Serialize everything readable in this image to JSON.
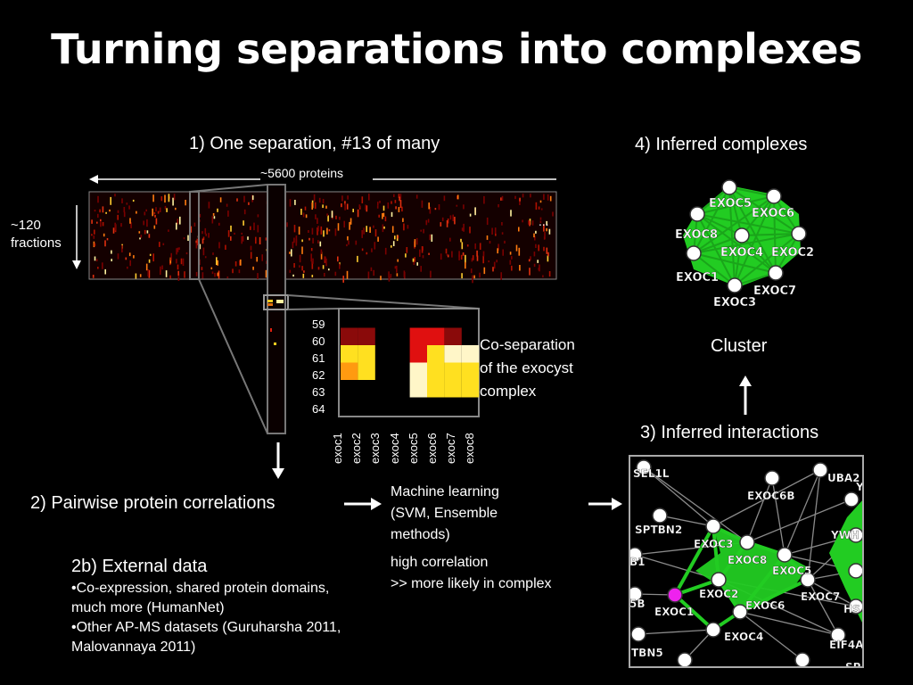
{
  "title": "Turning separations into complexes",
  "step1": {
    "label": "1) One separation, #13 of many",
    "proteins": "~5600 proteins",
    "fractions_line1": "~120",
    "fractions_line2": "fractions",
    "ellipsis": "..."
  },
  "zoom": {
    "rows": [
      "59",
      "60",
      "61",
      "62",
      "63",
      "64"
    ],
    "cols": [
      "exoc1",
      "exoc2",
      "exoc3",
      "exoc4",
      "exoc5",
      "exoc6",
      "exoc7",
      "exoc8"
    ],
    "caption_line1": "Co-separation",
    "caption_line2": "of the exocyst",
    "caption_line3": "complex"
  },
  "step2": {
    "label": "2) Pairwise protein correlations"
  },
  "ml": {
    "line1": "Machine learning",
    "line2": "(SVM, Ensemble",
    "line3": "methods)",
    "corr_line1": "high correlation",
    "corr_line2": ">> more likely in complex"
  },
  "step2b": {
    "heading": "2b) External data",
    "bullets": [
      "Co-expression, shared protein domains, much more (HumanNet)",
      "Other AP-MS datasets (Guruharsha 2011, Malovannaya 2011)"
    ]
  },
  "step3": {
    "label": "3) Inferred interactions",
    "nodes": [
      "SEL1L",
      "UBA2",
      "EXOC6B",
      "SPTBN2",
      "YWH",
      "EXOC3",
      "EXOC8",
      "B1",
      "EXOC5",
      "5B",
      "EXOC2",
      "EXOC7",
      "EXOC1",
      "EXOC6",
      "HS",
      "EXOC4",
      "EIF4A",
      "TBN5",
      "Y",
      "SP"
    ]
  },
  "step4": {
    "label": "4) Inferred complexes",
    "nodes": [
      "EXOC5",
      "EXOC6",
      "EXOC8",
      "EXOC4",
      "EXOC2",
      "EXOC1",
      "EXOC7",
      "EXOC3"
    ],
    "cluster_label": "Cluster"
  },
  "colors": {
    "network_green": "#22cc22",
    "highlight_node": "#ee22ee",
    "heat_red": "#e01010",
    "heat_yellow": "#ffe020"
  }
}
